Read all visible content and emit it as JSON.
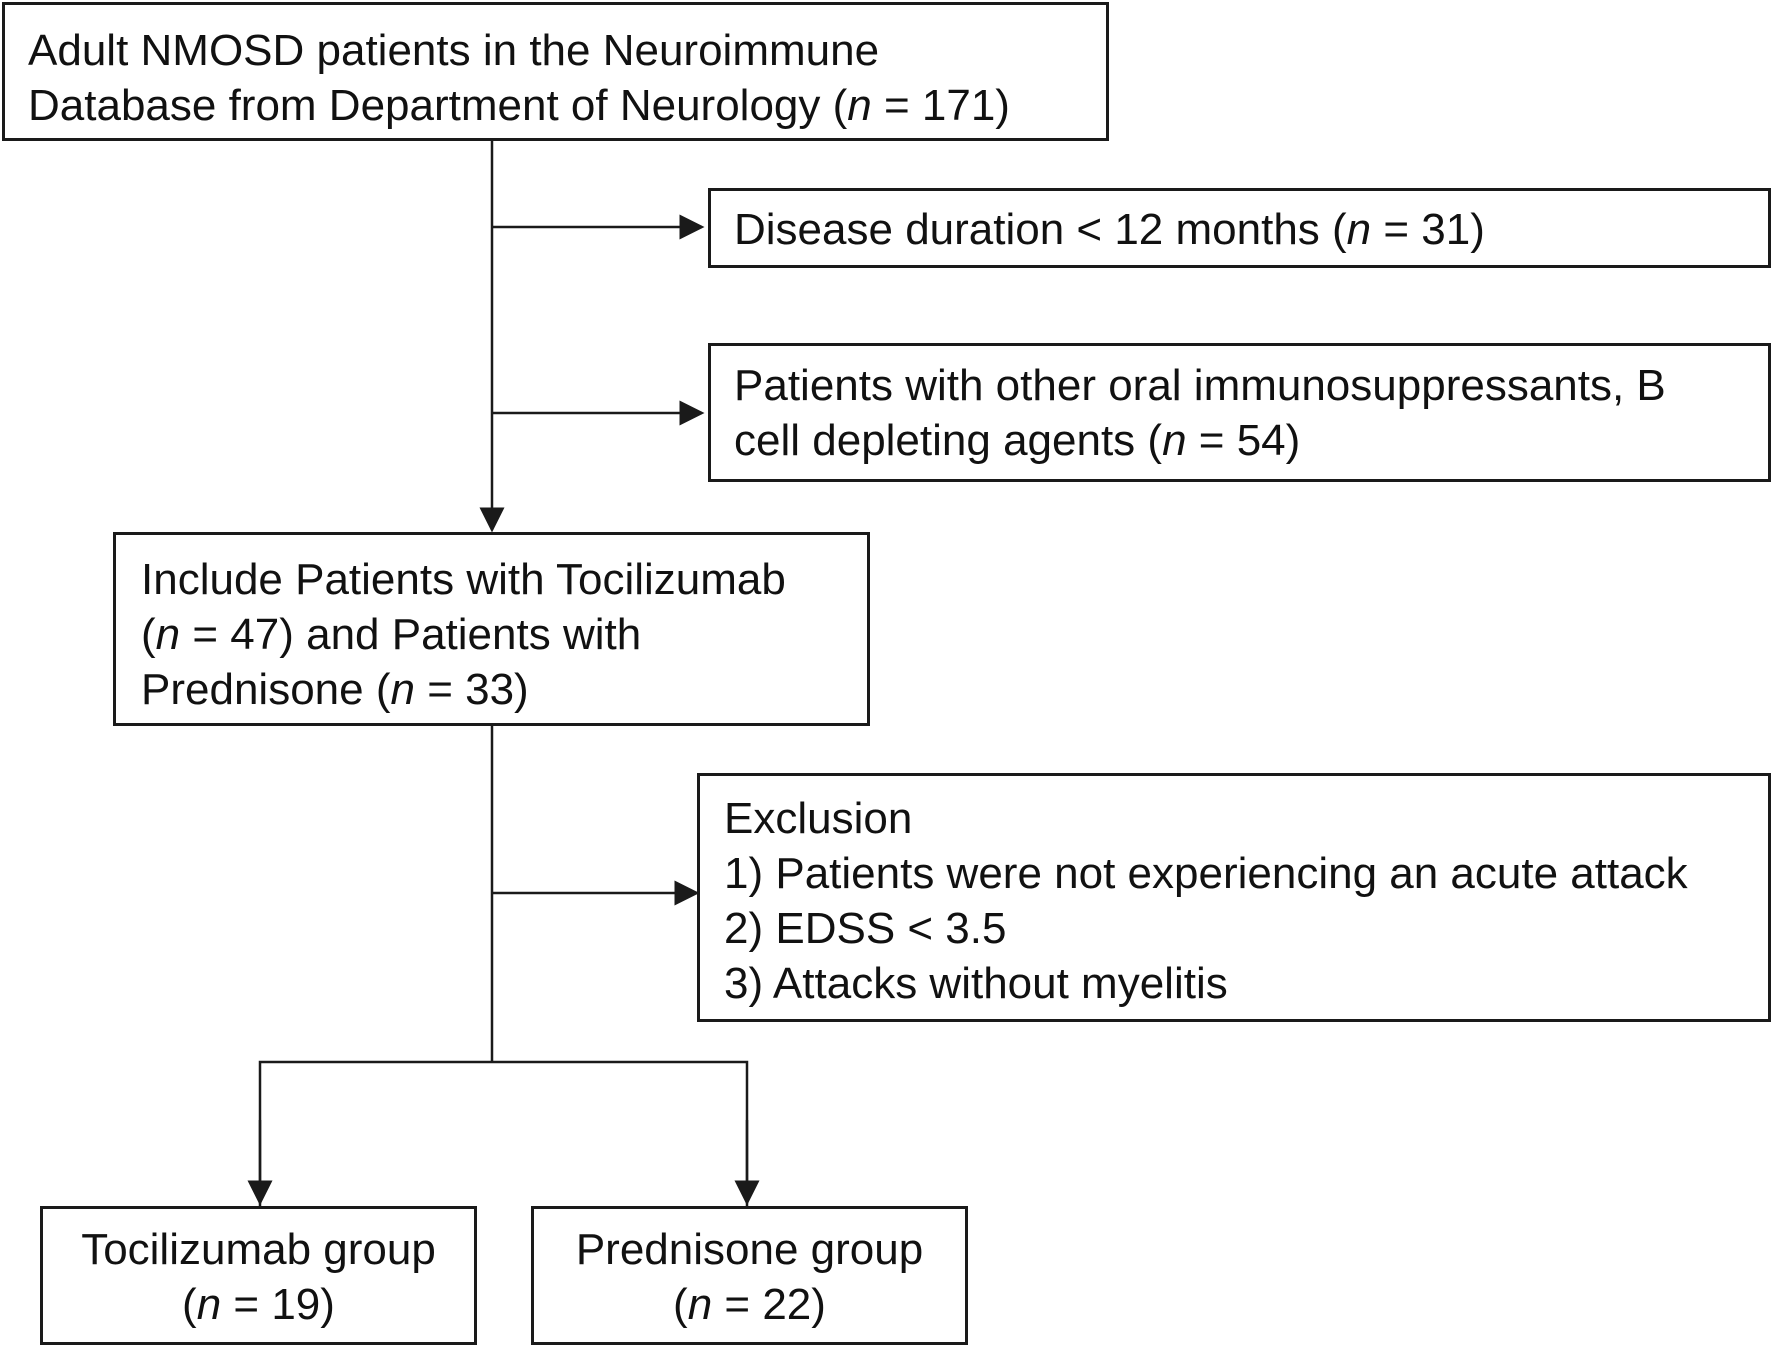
{
  "boxes": {
    "source": {
      "line1": "Adult NMOSD patients in the Neuroimmune",
      "line2_pre": "Database from Department of Neurology (",
      "n_label": "n",
      "line2_post": " = 171)"
    },
    "excl_duration": {
      "pre": "Disease duration < 12 months (",
      "n_label": "n",
      "post": " = 31)"
    },
    "excl_other": {
      "line1": "Patients with other oral immunosuppressants, B",
      "line2_pre": "cell depleting agents (",
      "n_label": "n",
      "line2_post": " = 54)"
    },
    "included": {
      "line1": "Include Patients with Tocilizumab",
      "line2_pre": "(",
      "n_label_a": "n",
      "line2_post": " = 47) and Patients with",
      "line3_pre": "Prednisone (",
      "n_label_b": "n",
      "line3_post": " = 33)"
    },
    "exclusion": {
      "title": "Exclusion",
      "items": [
        "1) Patients were not experiencing an acute attack",
        "2) EDSS < 3.5",
        "3) Attacks without myelitis"
      ]
    },
    "toci": {
      "line1": "Tocilizumab group",
      "pre": "(",
      "n_label": "n",
      "post": " = 19)"
    },
    "pred": {
      "line1": "Prednisone group",
      "pre": "(",
      "n_label": "n",
      "post": " = 22)"
    }
  },
  "colors": {
    "stroke": "#1a1a1a",
    "text": "#111111",
    "background": "#ffffff"
  }
}
